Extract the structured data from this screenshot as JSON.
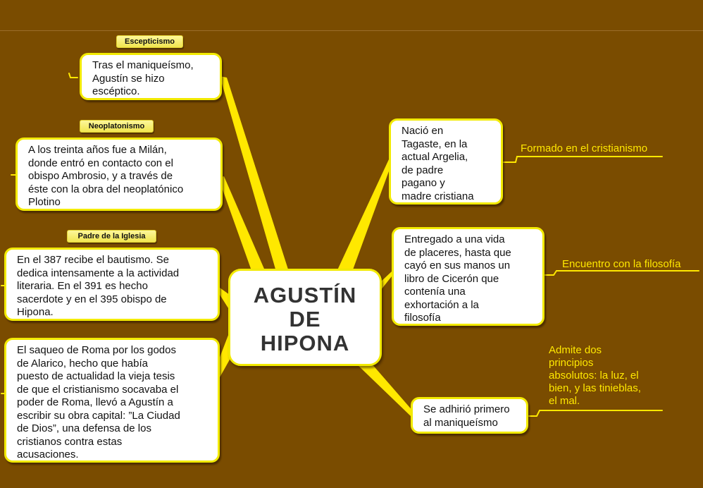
{
  "center": {
    "title": "AGUSTÍN\nDE\nHIPONA"
  },
  "left_nodes": [
    {
      "tag": "Escepticismo",
      "text": "Tras el maniqueísmo,\nAgustín se hizo\nescéptico."
    },
    {
      "tag": "Neoplatonismo",
      "text": "A los treinta años fue a Milán,\ndonde entró en contacto con el\nobispo Ambrosio, y a través de\néste con la obra del neoplatónico\nPlotino"
    },
    {
      "tag": "Padre de la Iglesia",
      "text": "En el 387 recibe el bautismo. Se\ndedica intensamente a la actividad\nliteraria. En el 391 es hecho\nsacerdote y en el 395 obispo de\nHipona."
    },
    {
      "tag": "",
      "text": "El saqueo de Roma por los godos\nde Alarico, hecho que había\npuesto de actualidad la vieja tesis\nde que el cristianismo socavaba el\npoder de Roma, llevó a Agustín a\nescribir su obra capital: ”La Ciudad\nde Dios”, una defensa de los\ncristianos contra estas\nacusaciones."
    }
  ],
  "right_nodes": [
    {
      "text": "Nació en\nTagaste, en la\nactual Argelia,\nde padre\npagano y\nmadre cristiana",
      "label": "Formado en el cristianismo"
    },
    {
      "text": "Entregado a una vida\nde placeres, hasta que\ncayó en sus manos un\nlibro de Cicerón que\ncontenía una\nexhortación a la\nfilosofía",
      "label": "Encuentro con la filosofía"
    },
    {
      "text": "Se adhirió primero\nal maniqueísmo",
      "label": "Admite dos\nprincipios\nabsolutos: la luz, el\nbien, y las tinieblas,\nel mal."
    }
  ],
  "colors": {
    "background": "#7a4c00",
    "connector": "#ffe800",
    "node_border": "#f2ea00",
    "node_fill": "#ffffff",
    "label_text": "#ffe800"
  }
}
